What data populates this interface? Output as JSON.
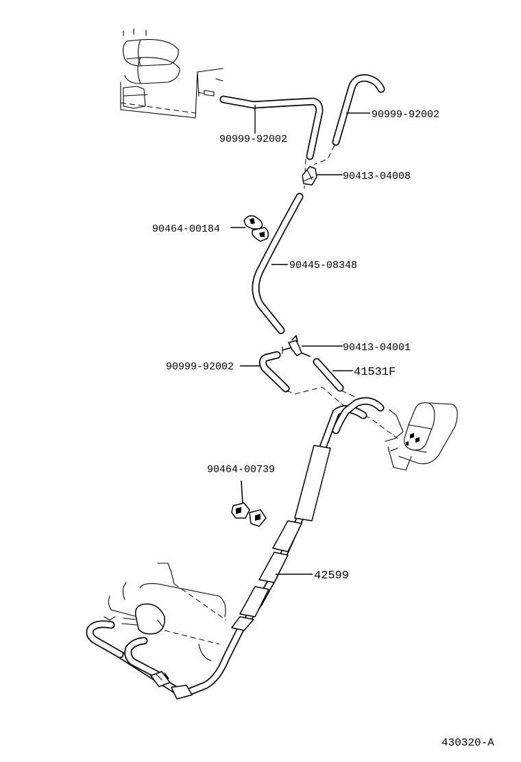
{
  "diagram": {
    "part_labels": [
      "90999-92002",
      "90999-92002",
      "90413-04008",
      "90464-00184",
      "90445-08348",
      "90413-04001",
      "90999-92002",
      "41531F",
      "90464-00739",
      "42599"
    ],
    "figure_code": "430320-A"
  }
}
